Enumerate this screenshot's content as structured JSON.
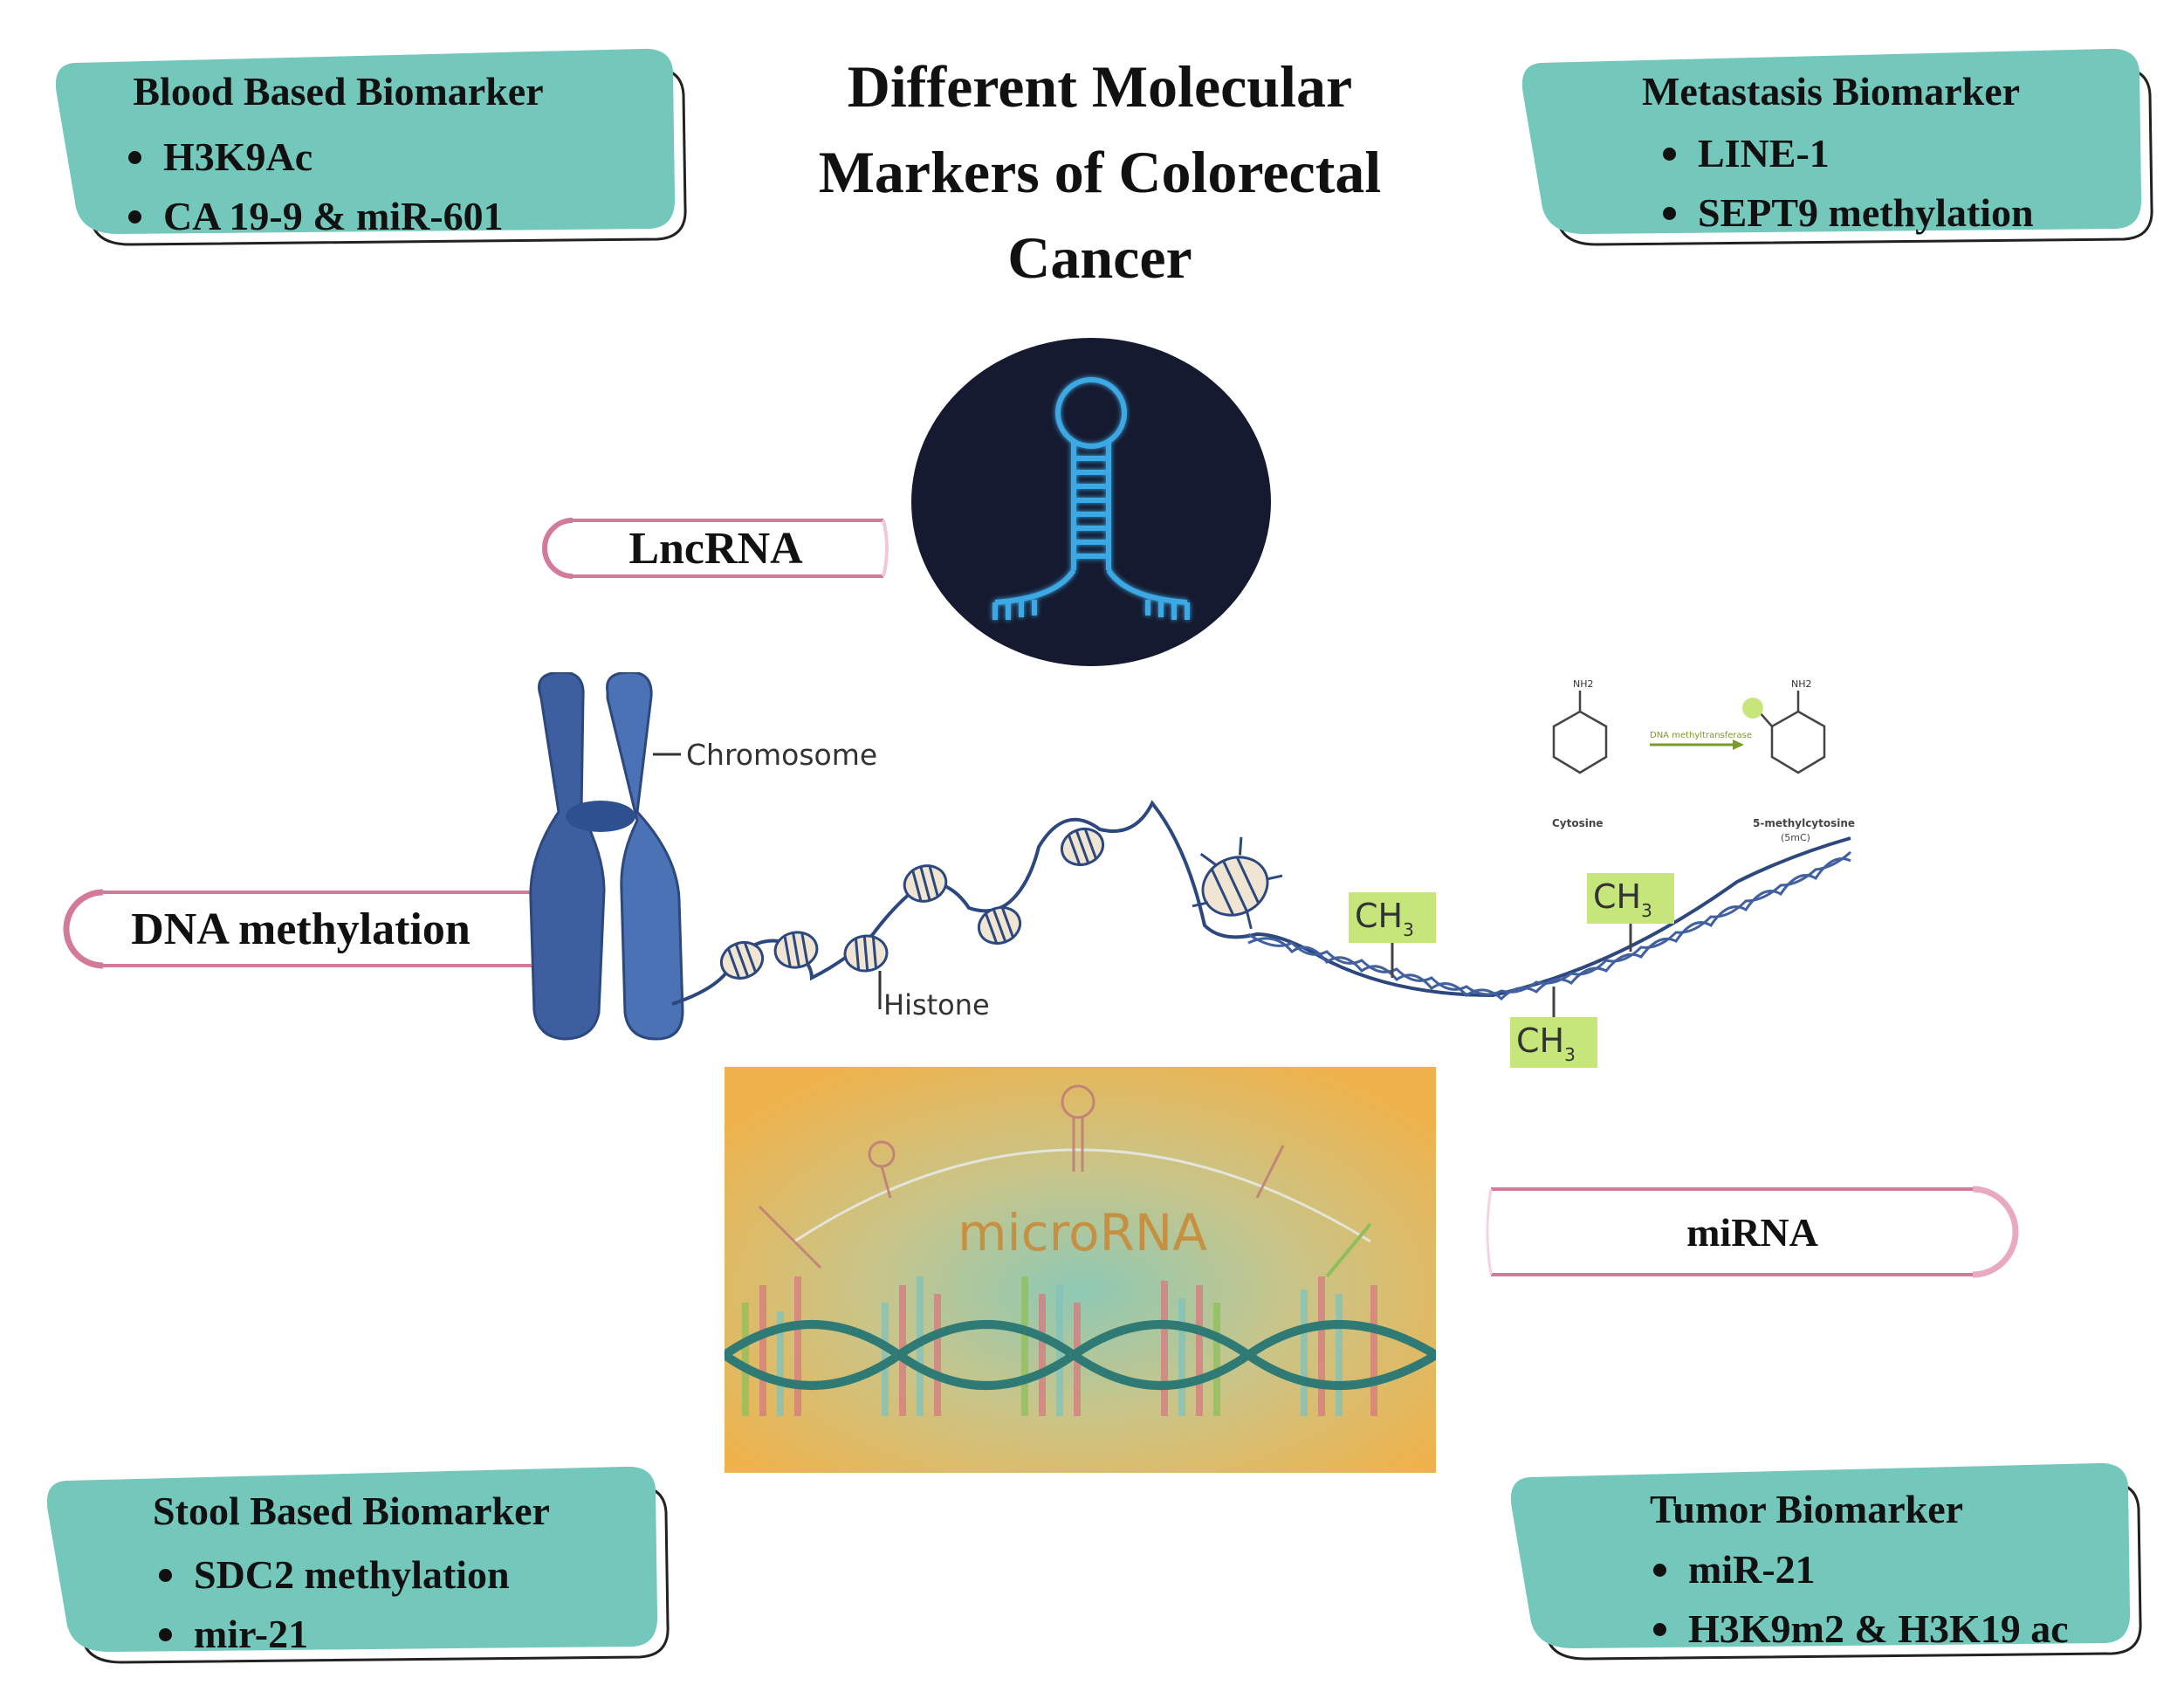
{
  "title": [
    "Different Molecular",
    "Markers  of Colorectal",
    "Cancer"
  ],
  "panels": {
    "blood": {
      "title": "Blood  Based Biomarker",
      "items": [
        "H3K9Ac",
        "CA 19-9 & miR-601"
      ]
    },
    "metastasis": {
      "title": "Metastasis Biomarker",
      "items": [
        "LINE-1",
        "SEPT9 methylation"
      ]
    },
    "stool": {
      "title": "Stool  Based Biomarker",
      "items": [
        "SDC2 methylation",
        "mir-21"
      ]
    },
    "tumor": {
      "title": "Tumor Biomarker",
      "items": [
        "miR-21",
        "H3K9m2 & H3K19 ac"
      ]
    }
  },
  "labels": {
    "lncrna": "LncRNA",
    "dna_methylation": "DNA methylation",
    "mirna": "miRNA"
  },
  "chromatin": {
    "chromosome": "Chromosome",
    "histone": "Histone",
    "methyl_tag": "CH",
    "methyl_sub": "3"
  },
  "chem": {
    "top_group": "NH2",
    "enzyme": "DNA methyltransferase",
    "left_name": "Cytosine",
    "right_name": "5-methylcytosine",
    "right_abbr": "(5mC)"
  },
  "microrna_art": {
    "word": "microRNA"
  },
  "colors": {
    "panel_fill": "#73c8bb",
    "pill_stroke": "#d47a98",
    "chromosome": "#3d5f9f",
    "methyl_box": "#c6e67c",
    "rna_glow": "#3da9e4",
    "dark_circle": "#151a30"
  }
}
